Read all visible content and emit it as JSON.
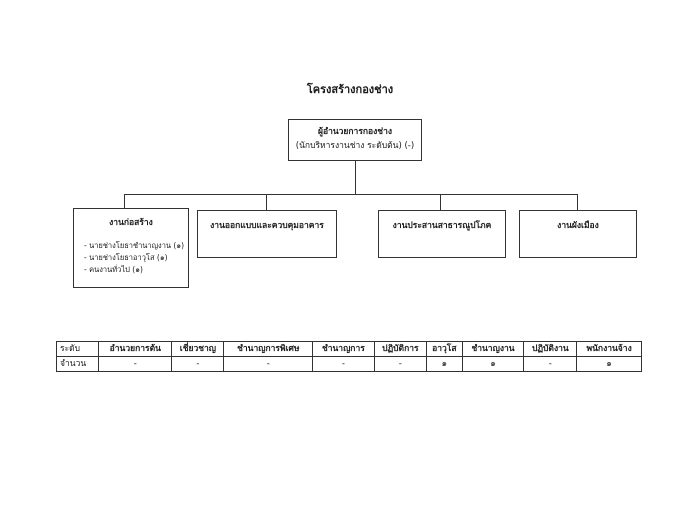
{
  "title": "โครงสร้างกองช่าง",
  "top": {
    "head": "ผู้อำนวยการกองช่าง",
    "sub": "(นักบริหารงานช่าง ระดับต้น) (-)"
  },
  "units": [
    {
      "label": "งานก่อสร้าง",
      "items": [
        "- นายช่างโยธาชำนาญงาน (๑)",
        "- นายช่างโยธาอาวุโส (๑)",
        "- คนงานทั่วไป (๑)"
      ]
    },
    {
      "label": "งานออกแบบและควบคุมอาคาร"
    },
    {
      "label": "งานประสานสาธารณูปโภค"
    },
    {
      "label": "งานผังเมือง"
    }
  ],
  "table": {
    "headers": [
      "ระดับ",
      "อำนวยการต้น",
      "เชี่ยวชาญ",
      "ชำนาญการพิเศษ",
      "ชำนาญการ",
      "ปฏิบัติการ",
      "อาวุโส",
      "ชำนาญงาน",
      "ปฏิบัติงาน",
      "พนักงานจ้าง"
    ],
    "row": [
      "จำนวน",
      "-",
      "-",
      "-",
      "-",
      "-",
      "๑",
      "๑",
      "-",
      "๑"
    ]
  }
}
